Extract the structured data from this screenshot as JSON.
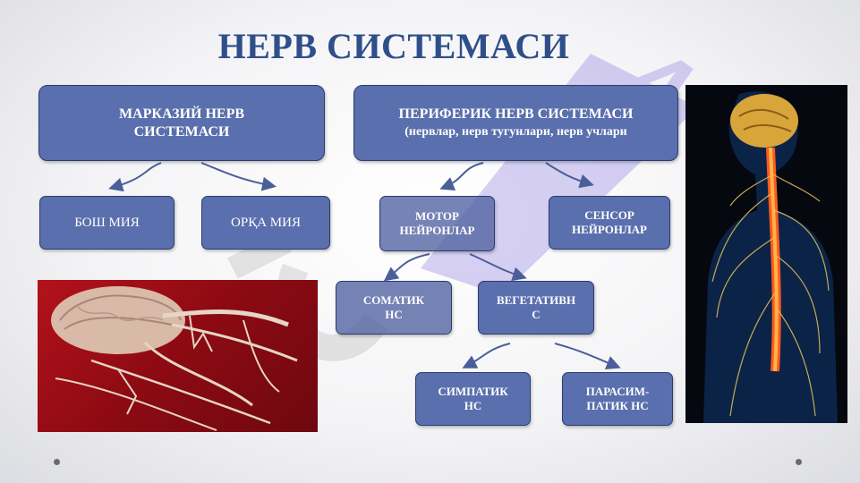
{
  "title": "НЕРВ СИСТЕМАСИ",
  "watermark": "4",
  "nodes": {
    "central": {
      "line1": "МАРКАЗИЙ  НЕРВ",
      "line2": "СИСТЕМАСИ"
    },
    "peripheral": {
      "line1": "ПЕРИФЕРИК НЕРВ СИСТЕМАСИ",
      "line2": "(нервлар, нерв тугунлари, нерв учлари"
    },
    "brain": "БОШ МИЯ",
    "spinal": "ОРҚА МИЯ",
    "motor": {
      "line1": "МОТОР",
      "line2": "НЕЙРОНЛАР"
    },
    "sensor": {
      "line1": "СЕНСОР",
      "line2": "НЕЙРОНЛАР"
    },
    "somatic": {
      "line1": "СОМАТИК",
      "line2": "НС"
    },
    "vegetative": {
      "line1": "ВЕГЕТАТИВН",
      "line2": "С"
    },
    "sympathetic": {
      "line1": "СИМПАТИК",
      "line2": "НС"
    },
    "parasympathetic": {
      "line1": "ПАРАСИМ-",
      "line2": "ПАТИК НС"
    }
  },
  "colors": {
    "box_fill": "#5a6fad",
    "box_border": "#2c3c6f",
    "title": "#2f4f8a",
    "connector": "#4a5f9a",
    "watermark": "#8c7be0"
  }
}
